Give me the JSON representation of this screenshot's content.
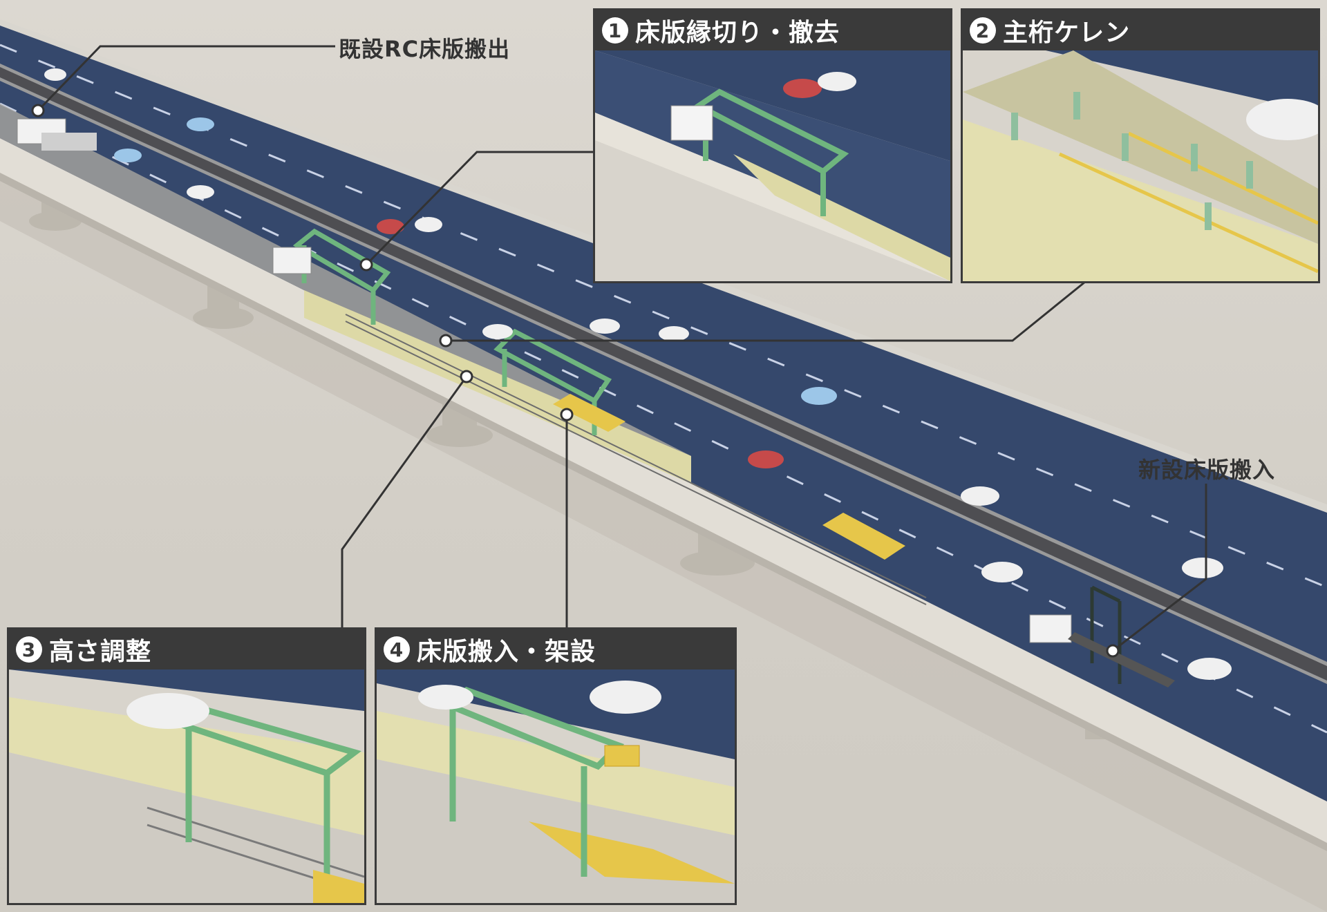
{
  "callouts": {
    "rc_removal": "既設RC床版搬出",
    "new_deck_in": "新設床版搬入"
  },
  "steps": [
    {
      "num": "1",
      "title": "床版縁切り・撤去"
    },
    {
      "num": "2",
      "title": "主桁ケレン"
    },
    {
      "num": "3",
      "title": "高さ調整"
    },
    {
      "num": "4",
      "title": "床版搬入・架設"
    }
  ],
  "colors": {
    "road": "#33466a",
    "deck_side": "#e8e4dc",
    "work_zone": "#ddd9a6",
    "gantry": "#7cc08a",
    "new_slab": "#e6c64a",
    "header_bg": "#3a3a3a"
  }
}
